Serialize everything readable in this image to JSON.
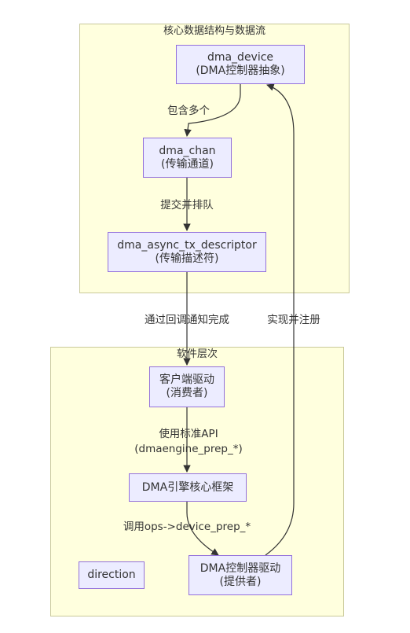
{
  "clusters": {
    "core": {
      "title": "核心数据结构与数据流"
    },
    "software": {
      "title": "软件层次"
    }
  },
  "nodes": {
    "dma_device": {
      "line1": "dma_device",
      "line2": "(DMA控制器抽象)"
    },
    "dma_chan": {
      "line1": "dma_chan",
      "line2": "(传输通道)"
    },
    "descriptor": {
      "line1": "dma_async_tx_descriptor",
      "line2": "(传输描述符)"
    },
    "client": {
      "line1": "客户端驱动",
      "line2": "(消费者)"
    },
    "engine": {
      "line1": "DMA引擎核心框架"
    },
    "controller": {
      "line1": "DMA控制器驱动",
      "line2": "(提供者)"
    },
    "direction": {
      "line1": "direction"
    }
  },
  "edges": {
    "contains": {
      "label": "包含多个"
    },
    "submit": {
      "label": "提交并排队"
    },
    "callback": {
      "label": "通过回调通知完成"
    },
    "implement": {
      "label": "实现并注册"
    },
    "use_api": {
      "line1": "使用标准API",
      "line2": "(dmaengine_prep_*)"
    },
    "call_ops": {
      "label": "调用ops->device_prep_*"
    }
  },
  "colors": {
    "cluster_fill": "#ffffde",
    "cluster_border": "#c9c99a",
    "node_fill": "#ececff",
    "node_border": "#9370db",
    "edge": "#333333"
  }
}
